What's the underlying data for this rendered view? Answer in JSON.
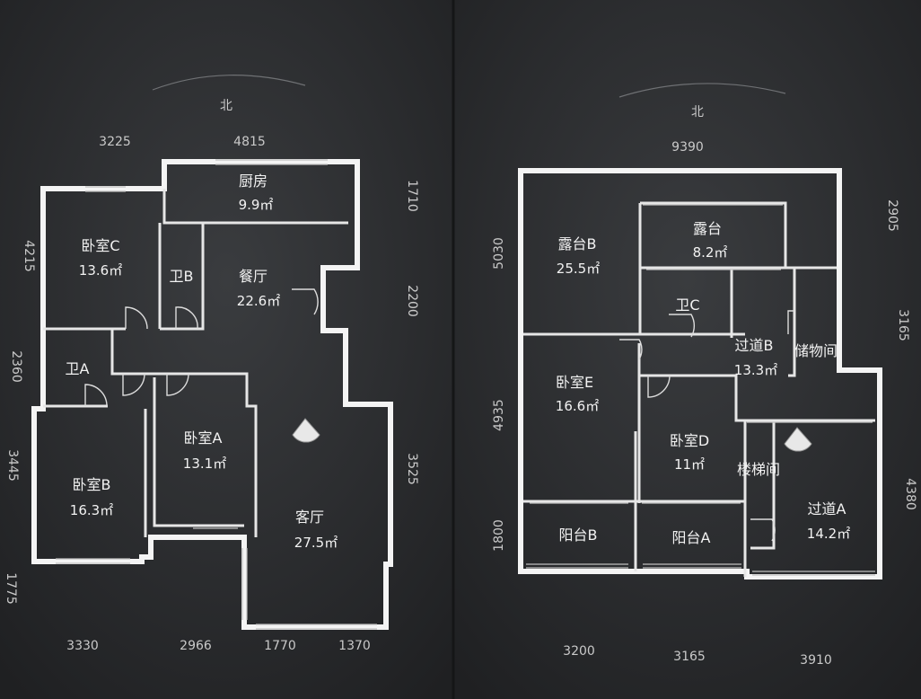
{
  "plans": [
    {
      "north_label": "北",
      "dimensions": {
        "top": [
          "3225",
          "4815"
        ],
        "right": [
          "1710",
          "2200",
          "3525"
        ],
        "left": [
          "4215",
          "2360",
          "3445",
          "1775"
        ],
        "bottom": [
          "3330",
          "2966",
          "1770",
          "1370"
        ]
      },
      "rooms": [
        {
          "name": "厨房",
          "area": "9.9㎡"
        },
        {
          "name": "卧室C",
          "area": "13.6㎡"
        },
        {
          "name": "卫B",
          "area": ""
        },
        {
          "name": "餐厅",
          "area": "22.6㎡"
        },
        {
          "name": "卫A",
          "area": ""
        },
        {
          "name": "卧室A",
          "area": "13.1㎡"
        },
        {
          "name": "卧室B",
          "area": "16.3㎡"
        },
        {
          "name": "客厅",
          "area": "27.5㎡"
        }
      ]
    },
    {
      "north_label": "北",
      "dimensions": {
        "top": [
          "9390"
        ],
        "left": [
          "5030",
          "4935",
          "1800"
        ],
        "right": [
          "2905",
          "3165",
          "4380"
        ],
        "bottom": [
          "3200",
          "3165",
          "3910"
        ]
      },
      "rooms": [
        {
          "name": "露台",
          "area": "8.2㎡"
        },
        {
          "name": "露台B",
          "area": "25.5㎡"
        },
        {
          "name": "卫C",
          "area": ""
        },
        {
          "name": "过道B",
          "area": "13.3㎡"
        },
        {
          "name": "储物间",
          "area": ""
        },
        {
          "name": "卧室E",
          "area": "16.6㎡"
        },
        {
          "name": "卧室D",
          "area": "11㎡"
        },
        {
          "name": "楼梯间",
          "area": ""
        },
        {
          "name": "过道A",
          "area": "14.2㎡"
        },
        {
          "name": "阳台B",
          "area": ""
        },
        {
          "name": "阳台A",
          "area": ""
        }
      ]
    }
  ]
}
